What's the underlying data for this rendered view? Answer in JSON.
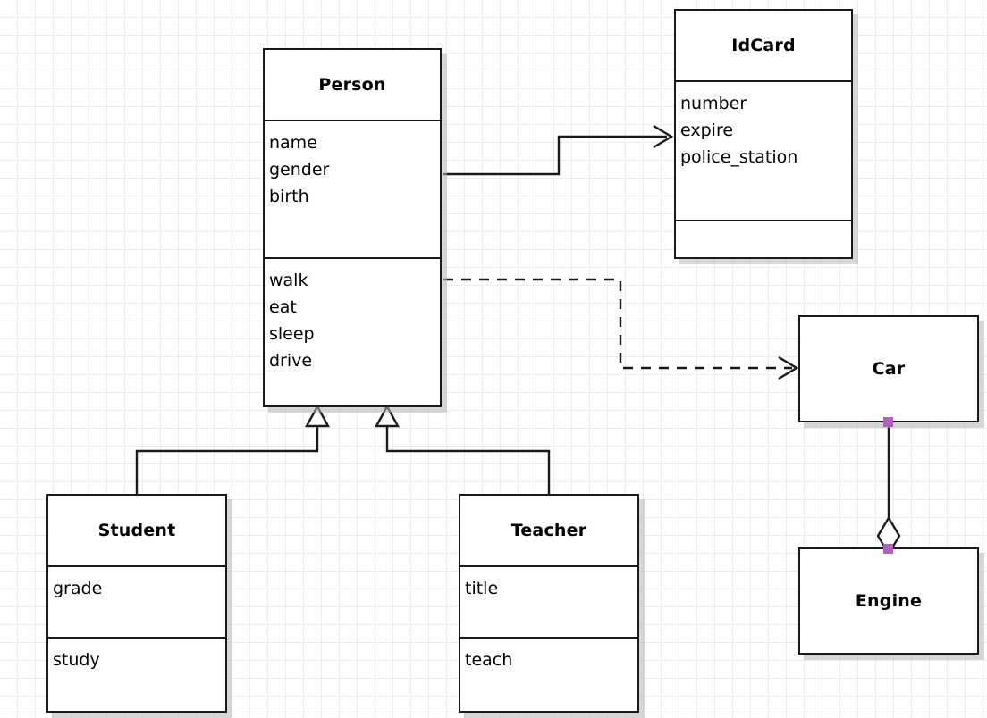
{
  "diagram": {
    "type": "uml-class-diagram",
    "background": "#ffffff",
    "grid_color": "#ededed",
    "line_color": "#1a1a1a",
    "handle_color": "#b060c0"
  },
  "classes": {
    "person": {
      "name": "Person",
      "attributes": [
        "name",
        "gender",
        "birth"
      ],
      "operations": [
        "walk",
        "eat",
        "sleep",
        "drive"
      ]
    },
    "idcard": {
      "name": "IdCard",
      "attributes": [
        "number",
        "expire",
        "police_station"
      ],
      "operations": []
    },
    "student": {
      "name": "Student",
      "attributes": [
        "grade"
      ],
      "operations": [
        "study"
      ]
    },
    "teacher": {
      "name": "Teacher",
      "attributes": [
        "title"
      ],
      "operations": [
        "teach"
      ]
    },
    "car": {
      "name": "Car",
      "attributes": [],
      "operations": []
    },
    "engine": {
      "name": "Engine",
      "attributes": [],
      "operations": []
    }
  },
  "relationships": [
    {
      "id": "person-idcard",
      "kind": "association",
      "from": "Person",
      "to": "IdCard",
      "style": "solid",
      "arrow": "open"
    },
    {
      "id": "person-car",
      "kind": "dependency",
      "from": "Person",
      "to": "Car",
      "style": "dashed",
      "arrow": "open"
    },
    {
      "id": "student-person",
      "kind": "generalization",
      "from": "Student",
      "to": "Person",
      "style": "solid",
      "arrow": "hollow-triangle"
    },
    {
      "id": "teacher-person",
      "kind": "generalization",
      "from": "Teacher",
      "to": "Person",
      "style": "solid",
      "arrow": "hollow-triangle"
    },
    {
      "id": "car-engine",
      "kind": "aggregation",
      "from": "Car",
      "to": "Engine",
      "style": "solid",
      "arrow": "hollow-diamond"
    }
  ]
}
